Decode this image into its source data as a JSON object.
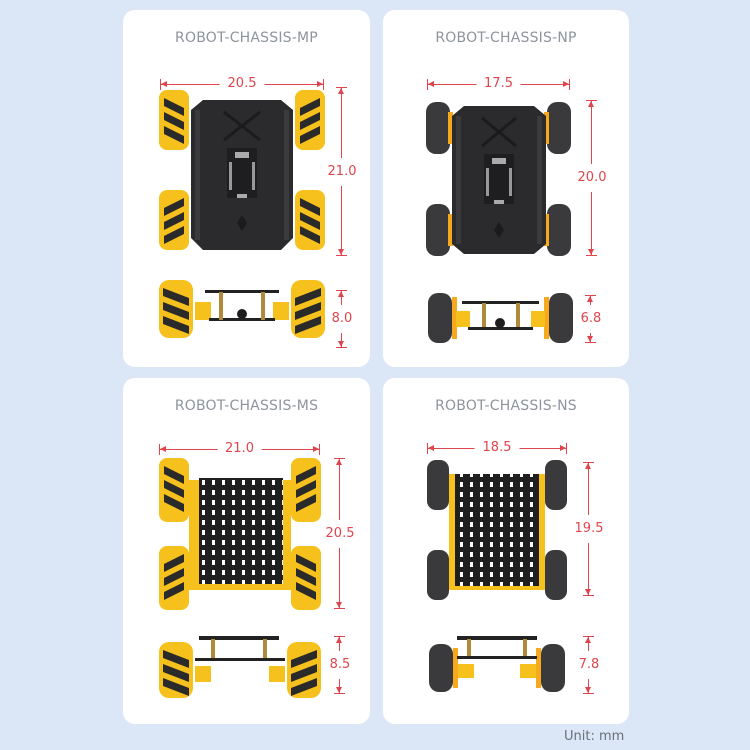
{
  "colors": {
    "background": "#dbe7f7",
    "card": "#ffffff",
    "title": "#8e949c",
    "dimension": "#e0454d",
    "wheel_yellow": "#f6c11c",
    "chassis_black": "#2b2b2d",
    "tire_gray": "#3a3a3c"
  },
  "cards": [
    {
      "title": "ROBOT-CHASSIS-MP",
      "wheel_type": "mecanum",
      "plate_type": "solid",
      "width": "20.5",
      "length": "21.0",
      "height": "8.0"
    },
    {
      "title": "ROBOT-CHASSIS-NP",
      "wheel_type": "rubber",
      "plate_type": "solid",
      "width": "17.5",
      "length": "20.0",
      "height": "6.8"
    },
    {
      "title": "ROBOT-CHASSIS-MS",
      "wheel_type": "mecanum",
      "plate_type": "perforated",
      "width": "21.0",
      "length": "20.5",
      "height": "8.5"
    },
    {
      "title": "ROBOT-CHASSIS-NS",
      "wheel_type": "rubber",
      "plate_type": "perforated",
      "width": "18.5",
      "length": "19.5",
      "height": "7.8"
    }
  ],
  "footer": {
    "unit_label": "Unit: mm"
  }
}
